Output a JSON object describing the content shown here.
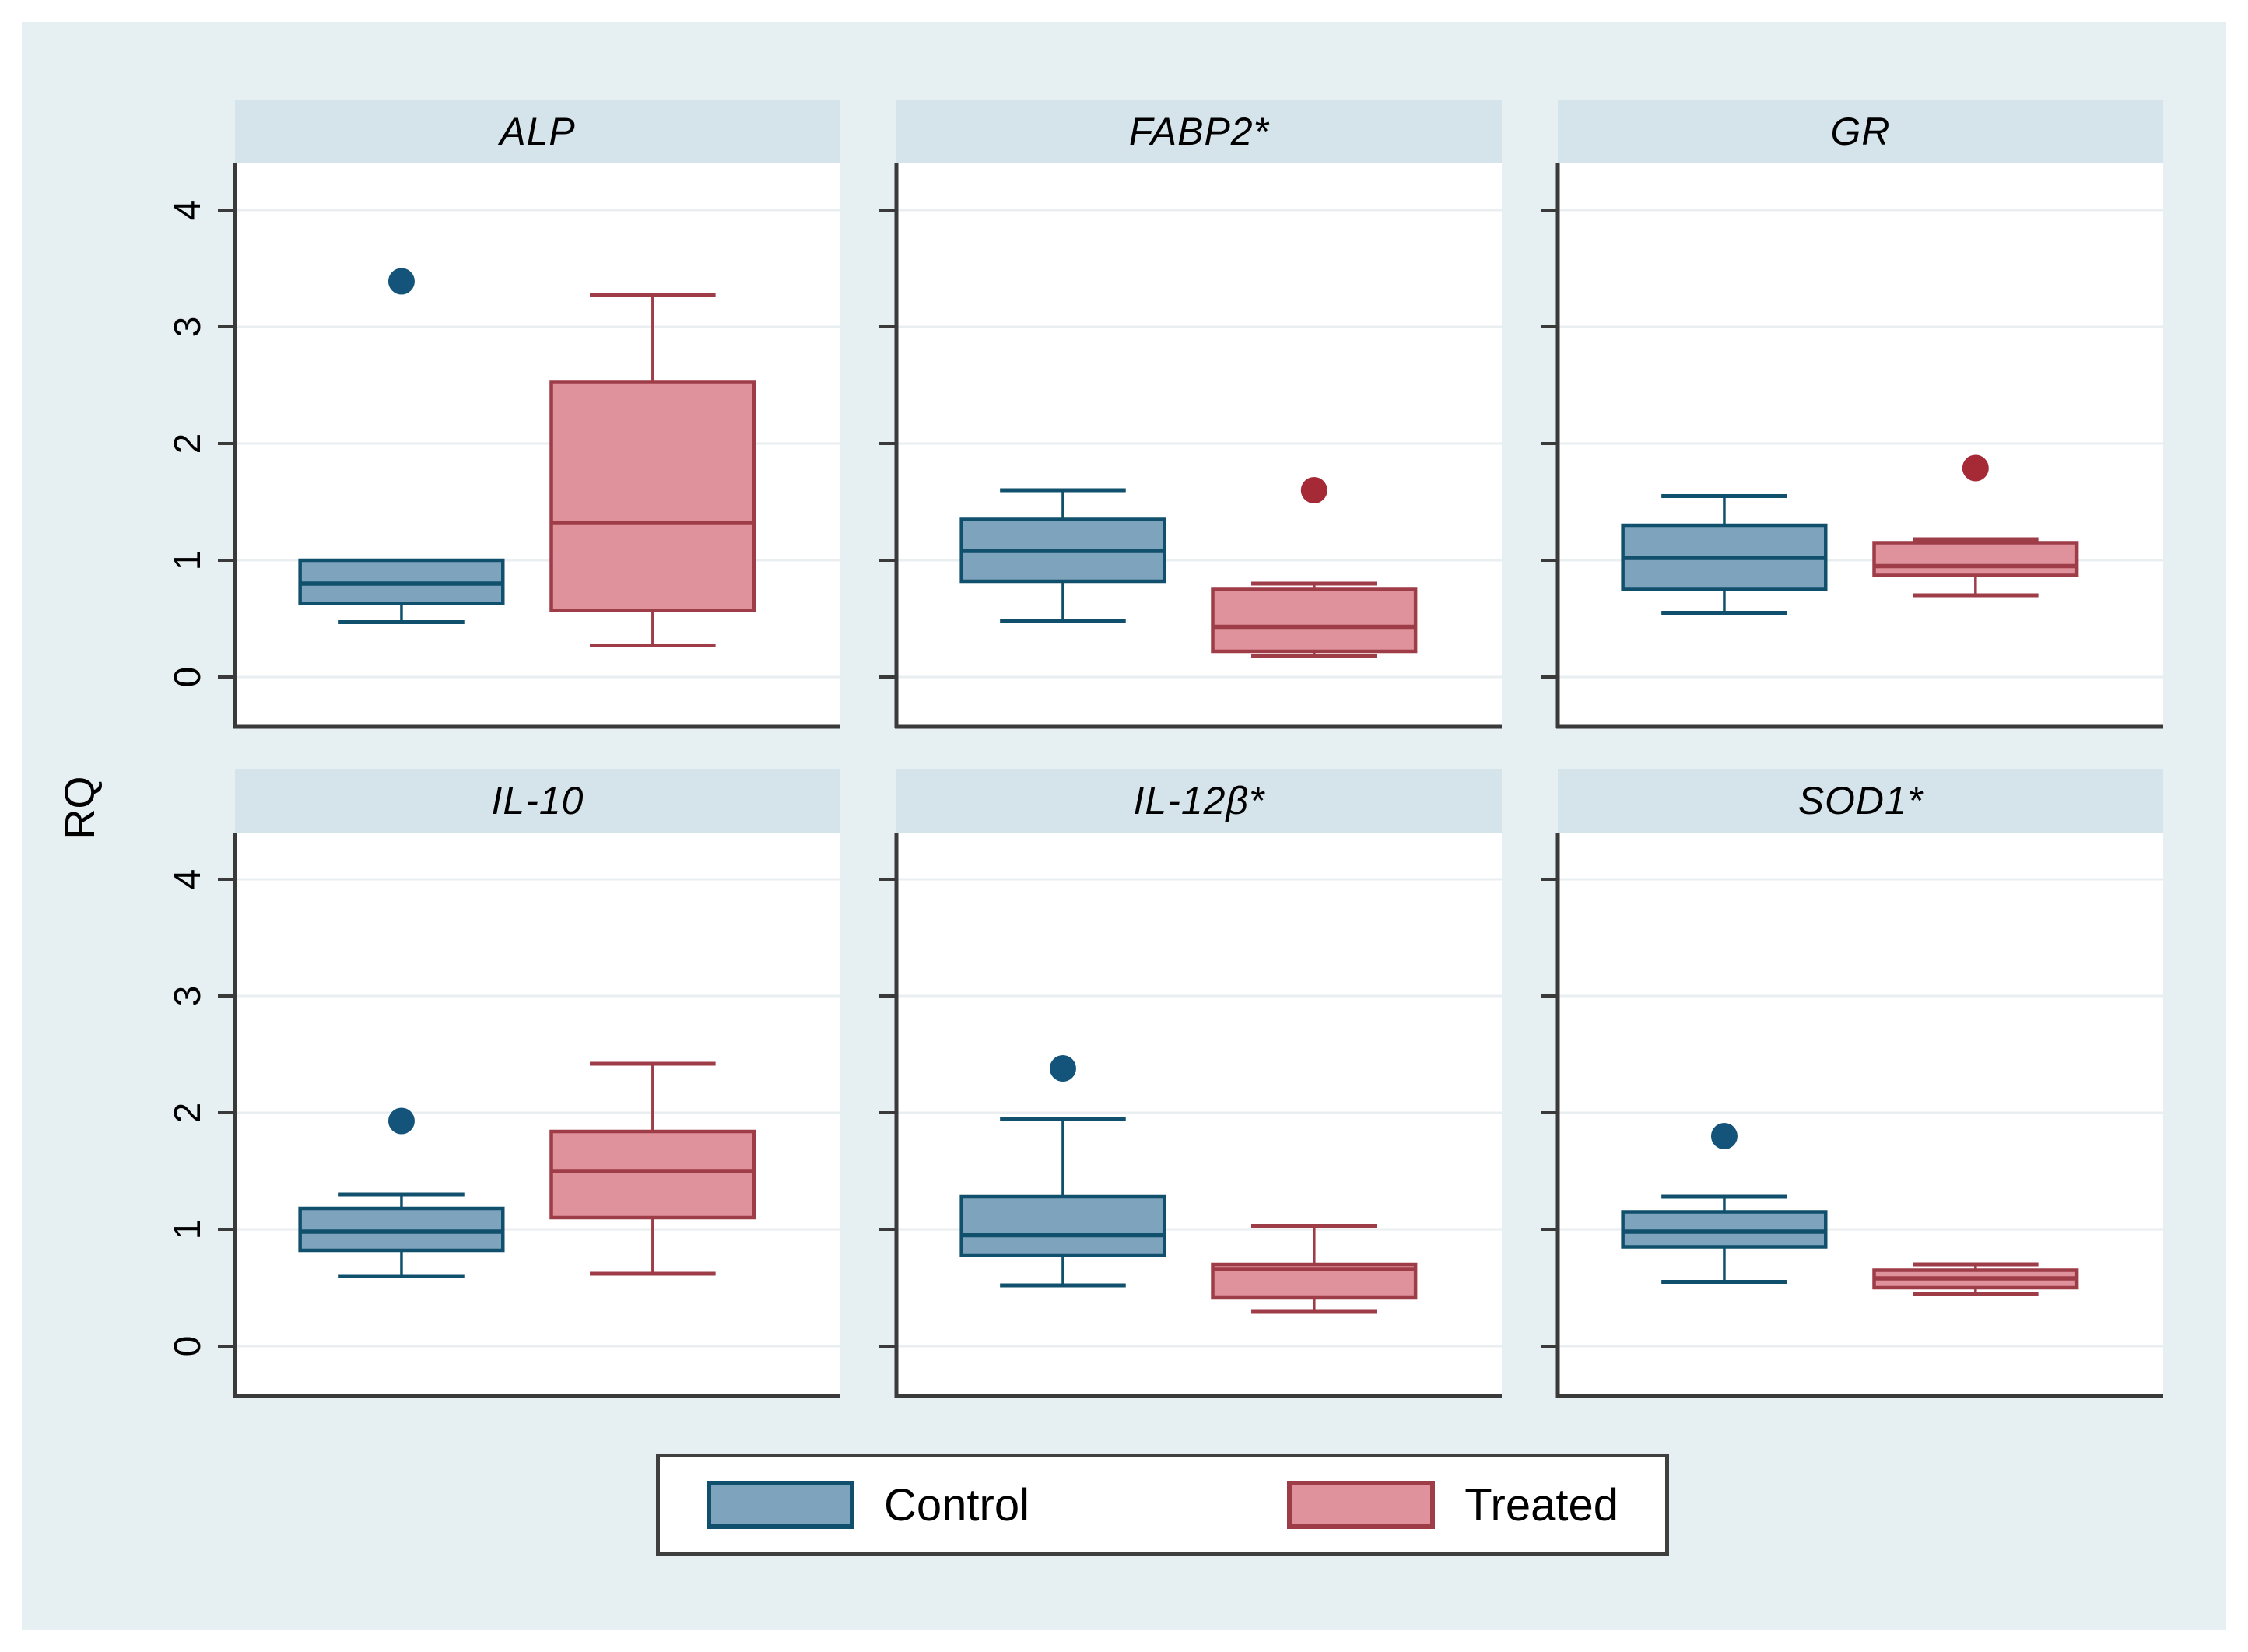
{
  "figure_title": "",
  "y_axis": {
    "label": "RQ",
    "ticks": [
      "0",
      "1",
      "2",
      "3",
      "4"
    ]
  },
  "legend": {
    "items": [
      {
        "label": "Control",
        "key": "control"
      },
      {
        "label": "Treated",
        "key": "treated"
      }
    ]
  },
  "colors": {
    "background": "#e6eff1",
    "panel_header": "#d5e3eb",
    "plot_background": "#ffffff",
    "gridline": "#e9eef0",
    "axis": "#3a3a3a",
    "control_fill": "#7ea3bd",
    "control_border": "#11506c",
    "control_outlier": "#14537a",
    "treated_fill": "#e0929c",
    "treated_border": "#9e3c48",
    "treated_outlier": "#a52a35"
  },
  "chart_data": {
    "type": "boxplot",
    "layout": "2x3-facet-grid",
    "ylabel": "RQ",
    "y_ticks": [
      0,
      1,
      2,
      3,
      4
    ],
    "ylim": [
      -0.45,
      4.4
    ],
    "grid": "horizontal",
    "legend_position": "bottom-center",
    "groups": [
      "Control",
      "Treated"
    ],
    "panels": [
      {
        "title": "ALP",
        "series": [
          {
            "name": "Control",
            "whisker_low": 0.47,
            "q1": 0.63,
            "median": 0.8,
            "q3": 1.0,
            "whisker_high": 1.0,
            "outliers": [
              3.39
            ]
          },
          {
            "name": "Treated",
            "whisker_low": 0.27,
            "q1": 0.57,
            "median": 1.32,
            "q3": 2.53,
            "whisker_high": 3.27,
            "outliers": []
          }
        ]
      },
      {
        "title": "FABP2*",
        "series": [
          {
            "name": "Control",
            "whisker_low": 0.48,
            "q1": 0.82,
            "median": 1.08,
            "q3": 1.35,
            "whisker_high": 1.6,
            "outliers": []
          },
          {
            "name": "Treated",
            "whisker_low": 0.18,
            "q1": 0.22,
            "median": 0.43,
            "q3": 0.75,
            "whisker_high": 0.8,
            "outliers": [
              1.6
            ]
          }
        ]
      },
      {
        "title": "GR",
        "series": [
          {
            "name": "Control",
            "whisker_low": 0.55,
            "q1": 0.75,
            "median": 1.02,
            "q3": 1.3,
            "whisker_high": 1.55,
            "outliers": []
          },
          {
            "name": "Treated",
            "whisker_low": 0.7,
            "q1": 0.87,
            "median": 0.95,
            "q3": 1.15,
            "whisker_high": 1.18,
            "outliers": [
              1.79
            ]
          }
        ]
      },
      {
        "title": "IL-10",
        "series": [
          {
            "name": "Control",
            "whisker_low": 0.6,
            "q1": 0.82,
            "median": 0.98,
            "q3": 1.18,
            "whisker_high": 1.3,
            "outliers": [
              1.93
            ]
          },
          {
            "name": "Treated",
            "whisker_low": 0.62,
            "q1": 1.1,
            "median": 1.5,
            "q3": 1.84,
            "whisker_high": 2.42,
            "outliers": []
          }
        ]
      },
      {
        "title": "IL-12β*",
        "series": [
          {
            "name": "Control",
            "whisker_low": 0.52,
            "q1": 0.78,
            "median": 0.95,
            "q3": 1.28,
            "whisker_high": 1.95,
            "outliers": [
              2.38
            ]
          },
          {
            "name": "Treated",
            "whisker_low": 0.3,
            "q1": 0.42,
            "median": 0.66,
            "q3": 0.7,
            "whisker_high": 1.03,
            "outliers": []
          }
        ]
      },
      {
        "title": "SOD1*",
        "series": [
          {
            "name": "Control",
            "whisker_low": 0.55,
            "q1": 0.85,
            "median": 0.98,
            "q3": 1.15,
            "whisker_high": 1.28,
            "outliers": [
              1.8
            ]
          },
          {
            "name": "Treated",
            "whisker_low": 0.45,
            "q1": 0.5,
            "median": 0.58,
            "q3": 0.65,
            "whisker_high": 0.7,
            "outliers": []
          }
        ]
      }
    ]
  }
}
